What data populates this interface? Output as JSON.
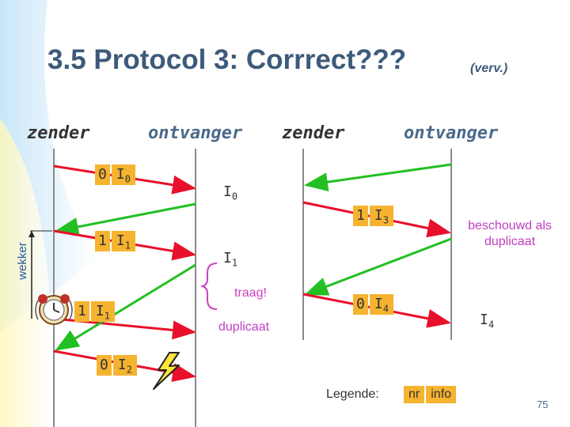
{
  "title": "3.5 Protocol 3: Corrrect???",
  "subtitle": "(verv.)",
  "left": {
    "sender_label": "zender",
    "receiver_label": "ontvanger",
    "timer_label": "wekker",
    "packets": [
      {
        "nr": "0",
        "info": "I",
        "sub": "0"
      },
      {
        "nr": "1",
        "info": "I",
        "sub": "1"
      },
      {
        "nr": "1",
        "info": "I",
        "sub": "1"
      },
      {
        "nr": "0",
        "info": "I",
        "sub": "2"
      }
    ],
    "delivered": [
      {
        "info": "I",
        "sub": "0"
      },
      {
        "info": "I",
        "sub": "1"
      }
    ],
    "slow_label": "traag!",
    "duplicate_label": "duplicaat"
  },
  "right": {
    "sender_label": "zender",
    "receiver_label": "ontvanger",
    "packets": [
      {
        "nr": "1",
        "info": "I",
        "sub": "3"
      },
      {
        "nr": "0",
        "info": "I",
        "sub": "4"
      }
    ],
    "delivered": [
      {
        "info": "I",
        "sub": "4"
      }
    ],
    "note": "beschouwd als duplicaat"
  },
  "legend": {
    "label": "Legende:",
    "nr": "nr",
    "info": "info"
  },
  "page_number": "75",
  "colors": {
    "send_arrow": "#e8102a",
    "ack_arrow": "#22c022",
    "packet_bg": "#f5b330",
    "title": "#3d5a7a",
    "line": "#8a8a8a"
  },
  "icons": [
    "alarm-clock-icon",
    "lightning-icon"
  ]
}
